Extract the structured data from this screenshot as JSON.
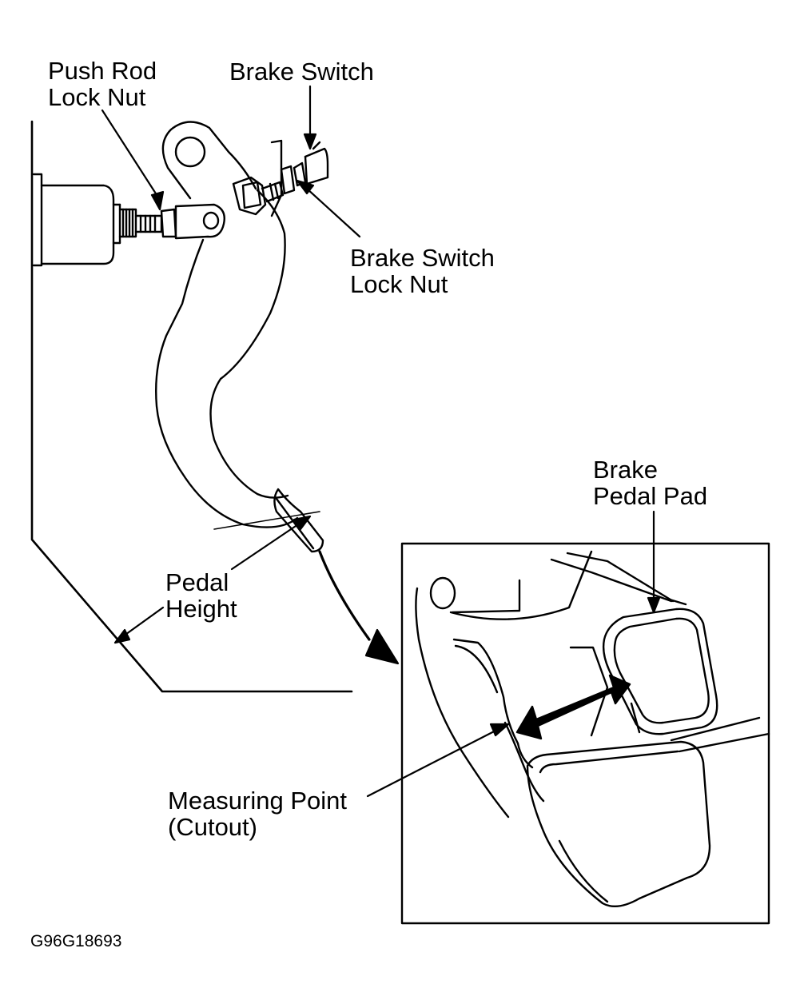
{
  "labels": {
    "push_rod_lock_nut": [
      "Push Rod",
      "Lock Nut"
    ],
    "brake_switch": "Brake Switch",
    "brake_switch_lock_nut": [
      "Brake Switch",
      "Lock Nut"
    ],
    "brake_pedal_pad": [
      "Brake",
      "Pedal Pad"
    ],
    "pedal_height": [
      "Pedal",
      "Height"
    ],
    "measuring_point": [
      "Measuring Point",
      "(Cutout)"
    ]
  },
  "figure_code": "G96G18693",
  "colors": {
    "ink": "#000000",
    "paper": "#ffffff"
  }
}
